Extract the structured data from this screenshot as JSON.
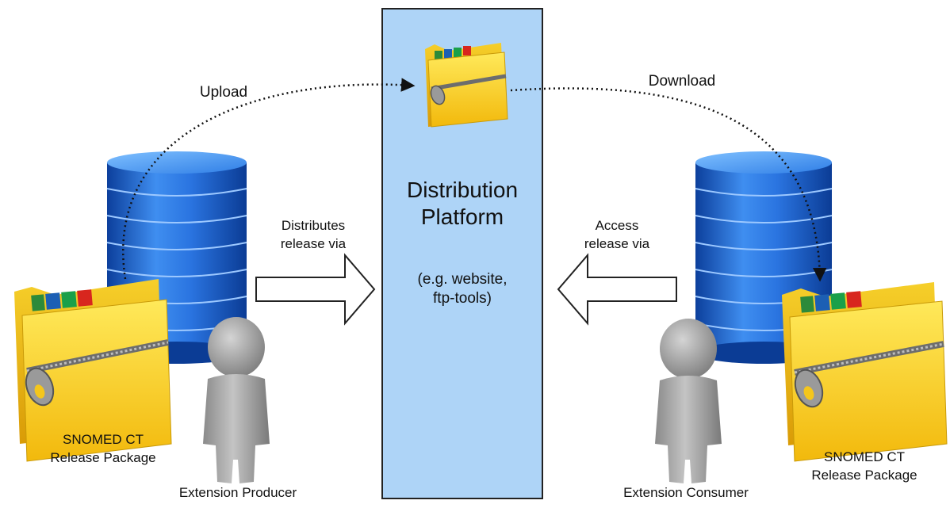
{
  "diagram": {
    "platform": {
      "title_line1": "Distribution",
      "title_line2": "Platform",
      "subtitle_line1": "(e.g. website,",
      "subtitle_line2": "ftp-tools)"
    },
    "arrows": {
      "upload": "Upload",
      "download": "Download",
      "distributes_line1": "Distributes",
      "distributes_line2": "release via",
      "access_line1": "Access",
      "access_line2": "release via"
    },
    "producer": {
      "package_line1": "SNOMED CT",
      "package_line2": "Release Package",
      "role": "Extension Producer"
    },
    "consumer": {
      "package_line1": "SNOMED CT",
      "package_line2": "Release Package",
      "role": "Extension Consumer"
    },
    "icons": [
      "database-icon",
      "folder-zip-icon",
      "person-icon",
      "hollow-arrow-icon",
      "dotted-arrow"
    ],
    "colors": {
      "platform_fill": "#aed4f7",
      "database_blue": "#1e63d6",
      "folder_yellow": "#f7d21e",
      "person_gray": "#9a9a9a"
    }
  }
}
